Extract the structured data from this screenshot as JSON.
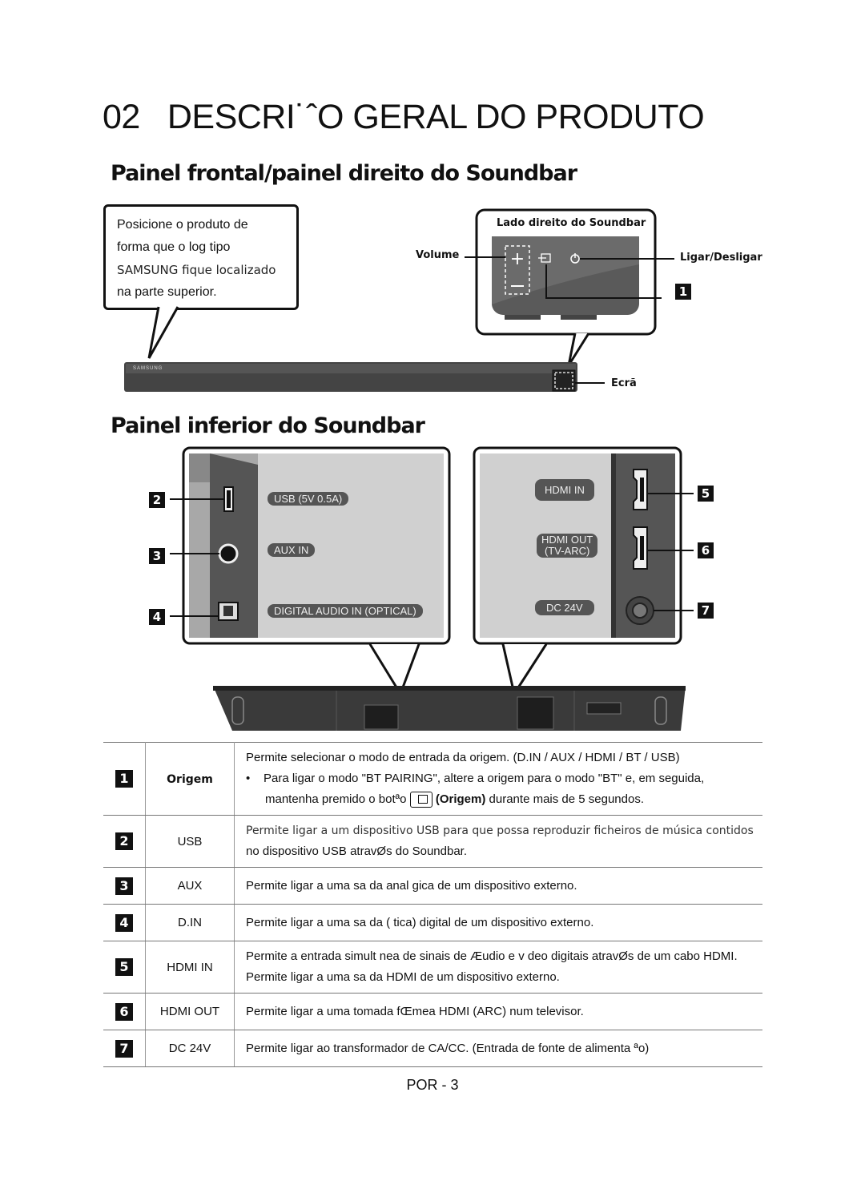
{
  "header": {
    "chapter_number": "02",
    "title": "DESCRI˙ˆO GERAL DO PRODUTO"
  },
  "front_panel": {
    "heading": "Painel frontal/painel direito do Soundbar",
    "callout_lines": [
      "Posicione o produto de",
      "forma que o log tipo",
      "SAMSUNG fique localizado",
      "na parte superior."
    ],
    "side_label": "Lado direito do Soundbar",
    "volume_label": "Volume",
    "power_label": "Ligar/Desligar",
    "display_label": "Ecrã",
    "brand_on_bar": "SAMSUNG",
    "marker_1": "1"
  },
  "bottom_panel": {
    "heading": "Painel inferior do Soundbar",
    "left_ports": [
      {
        "num": "2",
        "label": "USB (5V 0.5A)"
      },
      {
        "num": "3",
        "label": "AUX IN"
      },
      {
        "num": "4",
        "label": "DIGITAL AUDIO IN (OPTICAL)"
      }
    ],
    "right_ports": [
      {
        "num": "5",
        "label": "HDMI IN"
      },
      {
        "num": "6",
        "label_line1": "HDMI OUT",
        "label_line2": "(TV-ARC)"
      },
      {
        "num": "7",
        "label": "DC 24V"
      }
    ]
  },
  "table": {
    "rows": [
      {
        "num": "1",
        "name": "Origem",
        "line1": "Permite selecionar o modo de entrada da origem. (D.IN / AUX / HDMI / BT / USB)",
        "bullet": "•",
        "line2": "Para ligar o modo \"BT PAIRING\", altere a origem para o modo \"BT\" e, em seguida,",
        "line3a": "mantenha premido o botªo",
        "line3b": "(Origem)",
        "line3c": "durante mais de 5 segundos."
      },
      {
        "num": "2",
        "name": "USB",
        "line1": "Permite ligar a um dispositivo USB para que possa reproduzir ficheiros de música contidos",
        "line2": "no dispositivo USB atravØs do Soundbar."
      },
      {
        "num": "3",
        "name": "AUX",
        "line1": "Permite ligar a uma sa da anal gica de um dispositivo externo."
      },
      {
        "num": "4",
        "name": "D.IN",
        "line1": "Permite ligar a uma sa da ( tica) digital de um dispositivo externo."
      },
      {
        "num": "5",
        "name": "HDMI IN",
        "line1": "Permite a entrada simult nea de sinais de Æudio e v deo digitais atravØs de um cabo HDMI.",
        "line2": "Permite ligar a uma sa da HDMI de um dispositivo externo."
      },
      {
        "num": "6",
        "name": "HDMI OUT",
        "line1": "Permite ligar a uma tomada fŒmea HDMI (ARC) num televisor."
      },
      {
        "num": "7",
        "name": "DC 24V",
        "line1": "Permite ligar ao transformador de CA/CC. (Entrada de fonte de alimenta ªo)"
      }
    ]
  },
  "footer": {
    "page": "POR - 3"
  }
}
